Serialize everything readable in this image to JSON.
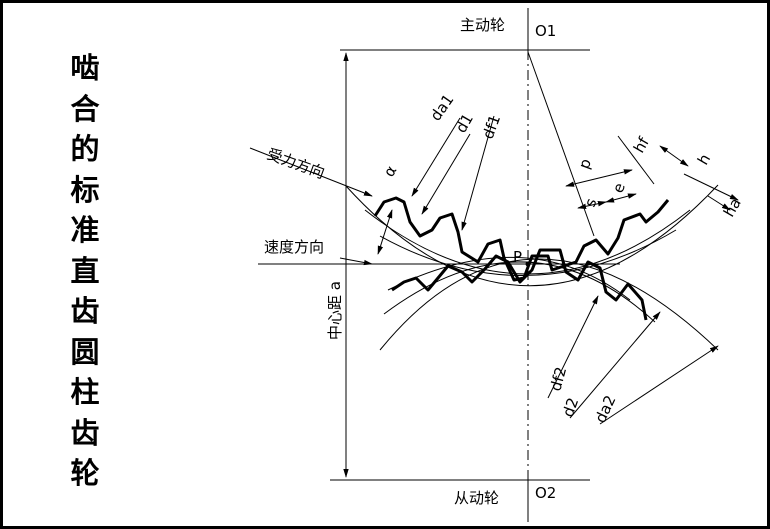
{
  "title_chars": [
    "啮",
    "合",
    "的",
    "标",
    "准",
    "直",
    "齿",
    "圆",
    "柱",
    "齿",
    "轮"
  ],
  "labels": {
    "driving_gear": "主动轮",
    "o1": "O1",
    "driven_gear": "从动轮",
    "o2": "O2",
    "force_direction": "受力方向",
    "velocity_direction": "速度方向",
    "center_distance": "中心距 a",
    "pitch_point": "P"
  },
  "symbols": {
    "da1": "da1",
    "d1": "d1",
    "df1": "df1",
    "alpha": "α",
    "p": "p",
    "s": "s",
    "e": "e",
    "hf": "hf",
    "h": "h",
    "ha": "ha",
    "df2": "df2",
    "d2": "d2",
    "da2": "da2"
  },
  "colors": {
    "background": "#000000",
    "paper": "#ffffff",
    "ink": "#000000"
  }
}
